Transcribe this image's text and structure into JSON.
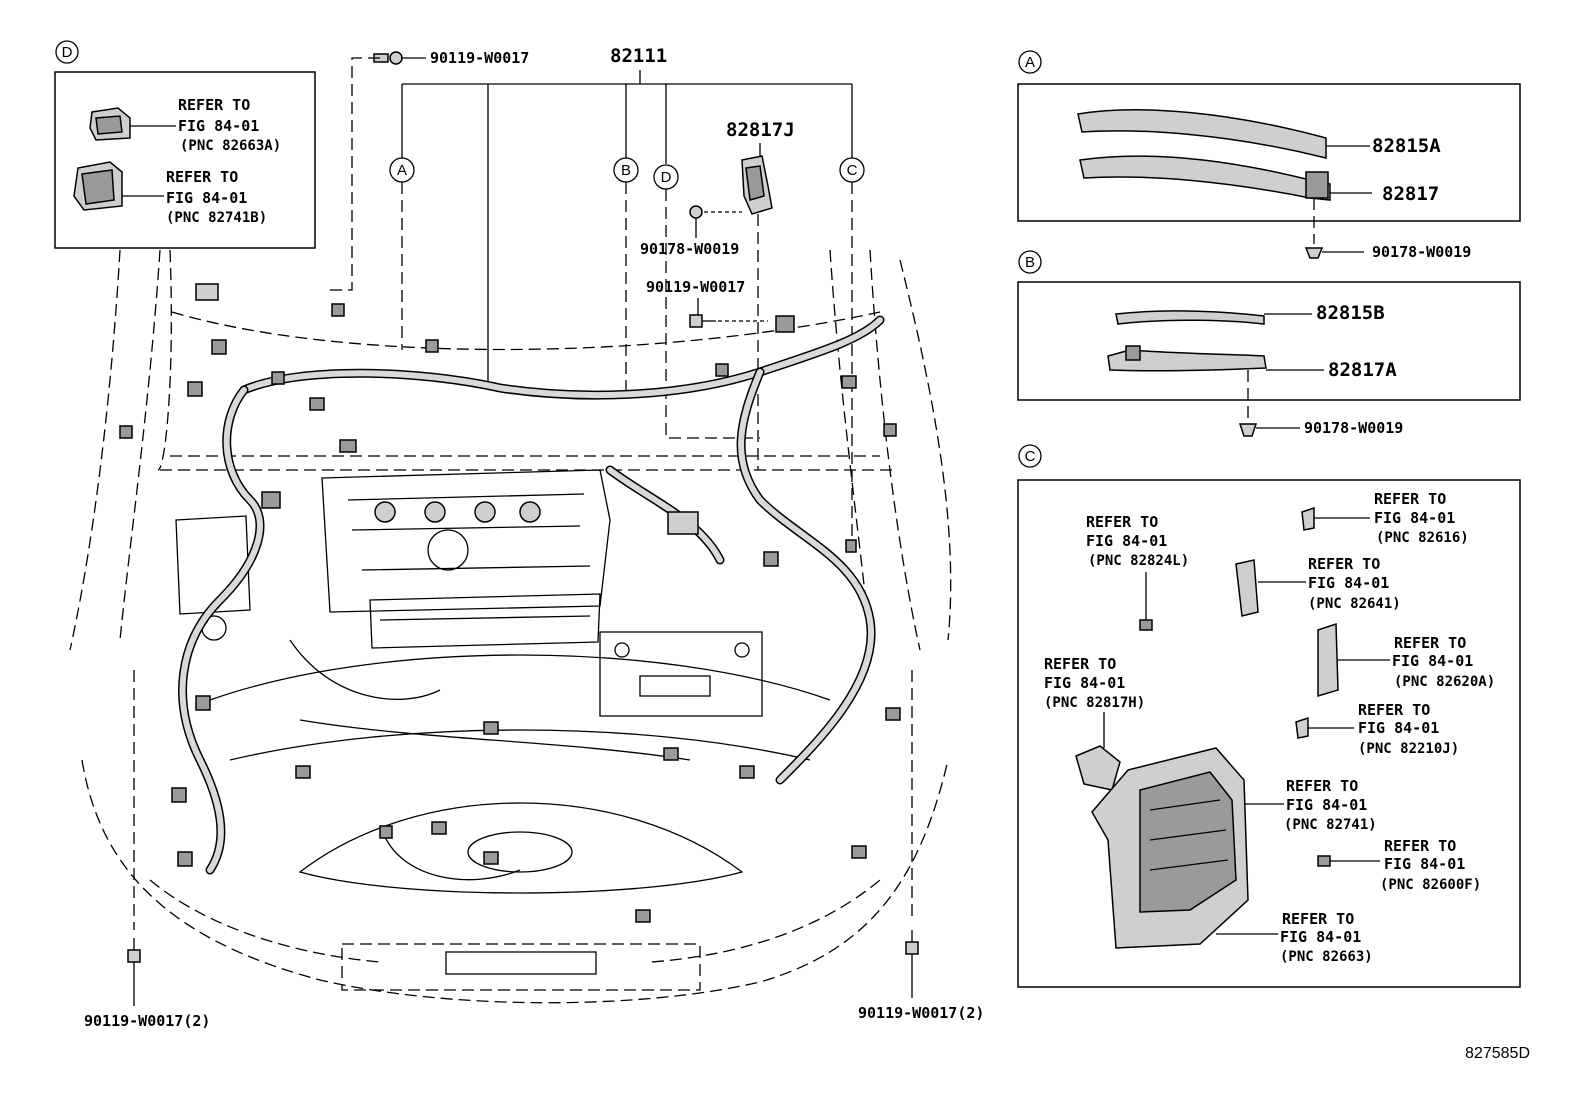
{
  "main": {
    "harness_number": "82111",
    "relay_block": "82817J",
    "clip_top": "90119-W0017",
    "clip_relay": "90178-W0019",
    "bolt_mid": "90119-W0017",
    "bolt_left": "90119-W0017(2)",
    "bolt_right": "90119-W0017(2)",
    "callouts": [
      "A",
      "B",
      "D",
      "C"
    ]
  },
  "inset_d": {
    "letter": "D",
    "refs": [
      {
        "line1": "REFER TO",
        "line2": "FIG 84-01",
        "line3": "(PNC 82663A)"
      },
      {
        "line1": "REFER TO",
        "line2": "FIG 84-01",
        "line3": "(PNC 82741B)"
      }
    ]
  },
  "inset_a": {
    "letter": "A",
    "part1": "82815A",
    "part2": "82817",
    "clip": "90178-W0019"
  },
  "inset_b": {
    "letter": "B",
    "part1": "82815B",
    "part2": "82817A",
    "clip": "90178-W0019"
  },
  "inset_c": {
    "letter": "C",
    "refs": [
      {
        "line1": "REFER TO",
        "line2": "FIG 84-01",
        "line3": "(PNC 82616)"
      },
      {
        "line1": "REFER TO",
        "line2": "FIG 84-01",
        "line3": "(PNC 82824L)"
      },
      {
        "line1": "REFER TO",
        "line2": "FIG 84-01",
        "line3": "(PNC 82641)"
      },
      {
        "line1": "REFER TO",
        "line2": "FIG 84-01",
        "line3": "(PNC 82620A)"
      },
      {
        "line1": "REFER TO",
        "line2": "FIG 84-01",
        "line3": "(PNC 82817H)"
      },
      {
        "line1": "REFER TO",
        "line2": "FIG 84-01",
        "line3": "(PNC 82210J)"
      },
      {
        "line1": "REFER TO",
        "line2": "FIG 84-01",
        "line3": "(PNC 82741)"
      },
      {
        "line1": "REFER TO",
        "line2": "FIG 84-01",
        "line3": "(PNC 82600F)"
      },
      {
        "line1": "REFER TO",
        "line2": "FIG 84-01",
        "line3": "(PNC 82663)"
      }
    ]
  },
  "figure_code": "827585D"
}
